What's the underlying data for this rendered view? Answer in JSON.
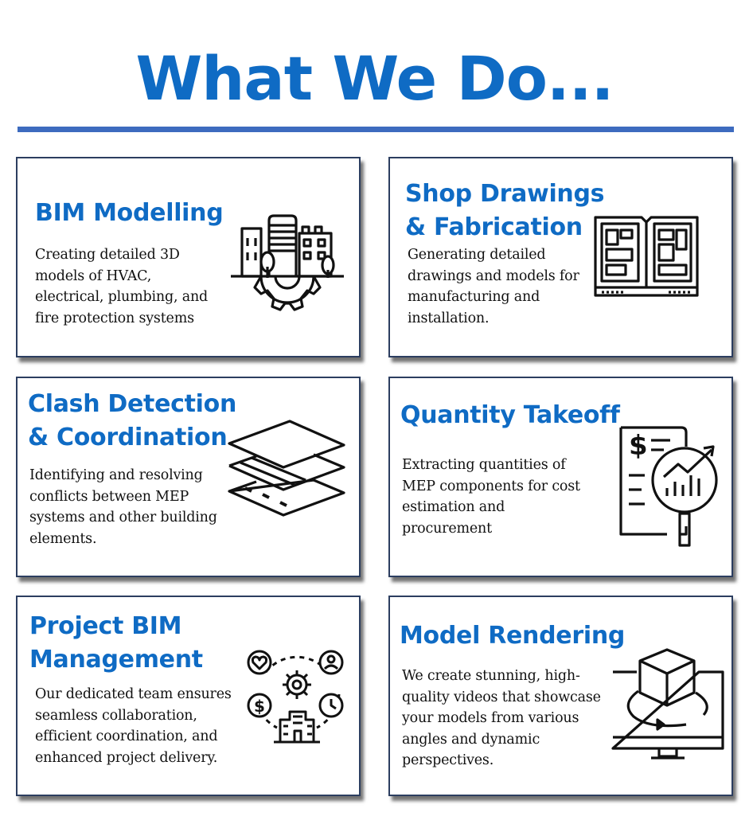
{
  "page": {
    "title": "What We Do..."
  },
  "services": [
    {
      "title_lines": [
        "BIM Modelling"
      ],
      "description_lines": [
        "Creating detailed 3D",
        "models of HVAC,",
        "electrical, plumbing, and",
        "fire protection systems"
      ],
      "icon": "city-gear-icon"
    },
    {
      "title_lines": [
        "Shop Drawings",
        "& Fabrication"
      ],
      "description_lines": [
        "Generating detailed",
        "drawings and models for",
        "manufacturing and",
        "installation."
      ],
      "icon": "blueprint-book-icon"
    },
    {
      "title_lines": [
        "Clash Detection",
        "& Coordination"
      ],
      "description_lines": [
        "Identifying and resolving",
        "conflicts between MEP",
        "systems and other building",
        "elements."
      ],
      "icon": "layers-icon"
    },
    {
      "title_lines": [
        "Quantity Takeoff"
      ],
      "description_lines": [
        "Extracting quantities of",
        "MEP components for cost",
        "estimation and",
        "procurement"
      ],
      "icon": "cost-analysis-icon"
    },
    {
      "title_lines": [
        "Project BIM",
        "Management"
      ],
      "description_lines": [
        "Our dedicated team ensures",
        "seamless collaboration,",
        "efficient coordination, and",
        "enhanced project delivery."
      ],
      "icon": "project-management-icon"
    },
    {
      "title_lines": [
        "Model Rendering"
      ],
      "description_lines": [
        "We create stunning, high-",
        "quality videos that showcase",
        "your models from various",
        "angles and dynamic",
        "perspectives."
      ],
      "icon": "monitor-cube-icon"
    }
  ],
  "colors": {
    "title_blue": "#0f6bc4",
    "rule_blue": "#3d6bbf",
    "card_border": "#2c3e60",
    "text": "#111111"
  }
}
